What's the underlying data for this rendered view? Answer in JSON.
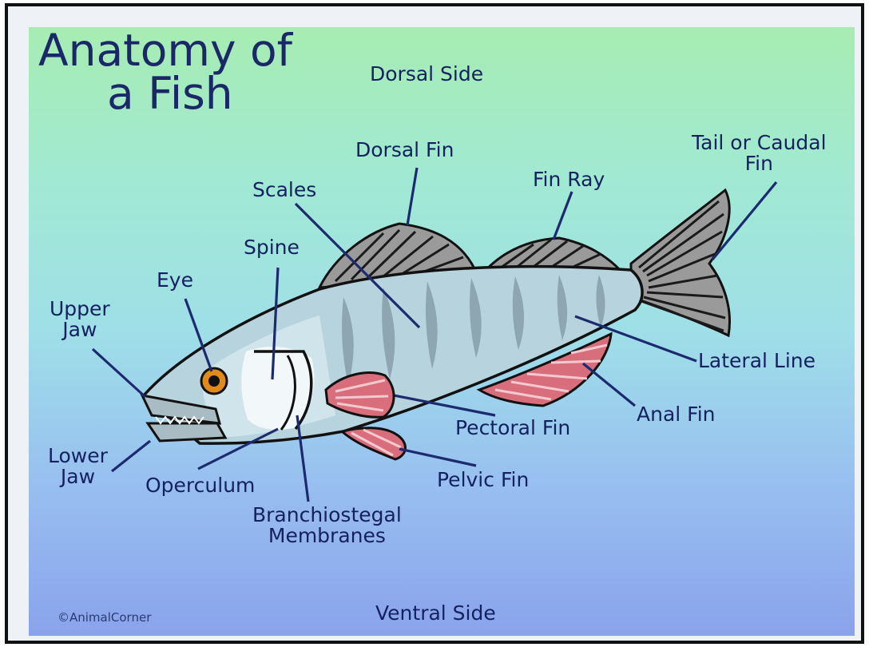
{
  "title": {
    "line1": "Anatomy of",
    "line2": "a Fish"
  },
  "sides": {
    "dorsal": "Dorsal Side",
    "ventral": "Ventral Side"
  },
  "labels": {
    "dorsal_fin": "Dorsal Fin",
    "fin_ray": "Fin Ray",
    "tail_line1": "Tail or Caudal",
    "tail_line2": "Fin",
    "scales": "Scales",
    "spine": "Spine",
    "eye": "Eye",
    "upper_jaw_line1": "Upper",
    "upper_jaw_line2": "Jaw",
    "lower_jaw_line1": "Lower",
    "lower_jaw_line2": "Jaw",
    "operculum": "Operculum",
    "branchiostegal_line1": "Branchiostegal",
    "branchiostegal_line2": "Membranes",
    "pectoral_fin": "Pectoral Fin",
    "pelvic_fin": "Pelvic Fin",
    "anal_fin": "Anal Fin",
    "lateral_line": "Lateral Line"
  },
  "credit": "©AnimalCorner",
  "colors": {
    "leader": "#1c2a6e",
    "body": "#b7d3dd",
    "fin_pink": "#d86e7c",
    "fin_gray": "#8a8a8a",
    "eye": "#e08a1c"
  }
}
